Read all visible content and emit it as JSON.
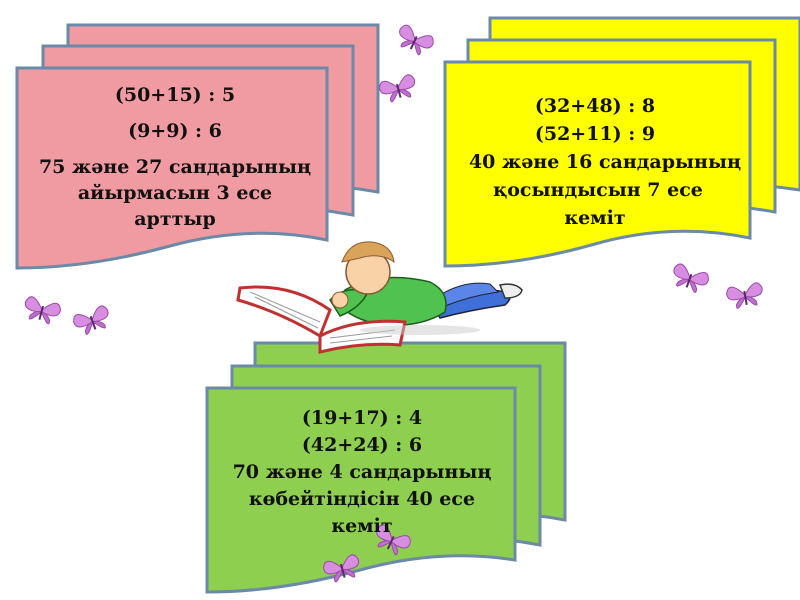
{
  "colors": {
    "pink": "#f09aa2",
    "yellow": "#ffff00",
    "green": "#8fcf4f",
    "card_border": "#6a8aa8",
    "butterfly": "#d88ee0"
  },
  "icons": [
    "butterfly-icon",
    "reading-boy-illustration"
  ],
  "cards": {
    "pink": {
      "lines": [
        "(50+15) : 5",
        "(9+9) : 6",
        "75 және 27 сандарының",
        "айырмасын   3 есе",
        "арттыр"
      ]
    },
    "yellow": {
      "lines": [
        "(32+48) : 8",
        "(52+11) : 9",
        "40 және 16 сандарының",
        "қосындысын  7 есе",
        "кеміт"
      ]
    },
    "green": {
      "lines": [
        "(19+17) : 4",
        "(42+24) : 6",
        "70 және 4 сандарының",
        "көбейтіндісін 40 есе",
        "кеміт"
      ]
    }
  }
}
